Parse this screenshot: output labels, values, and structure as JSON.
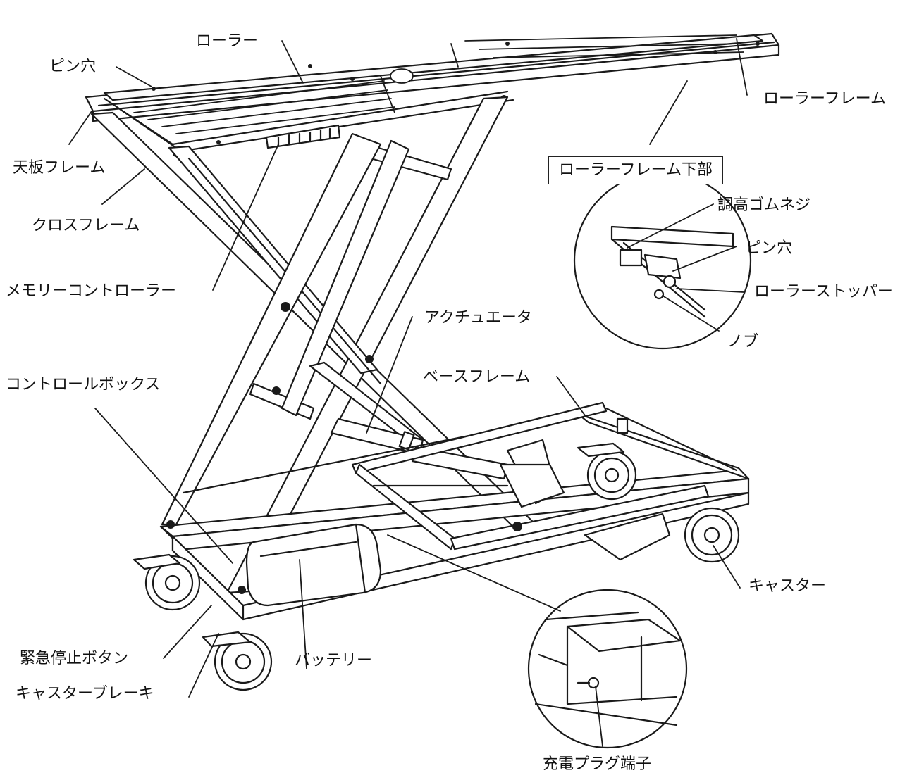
{
  "diagram": {
    "labels": {
      "roller": "ローラー",
      "pin_hole_top": "ピン穴",
      "roller_frame": "ローラーフレーム",
      "top_frame": "天板フレーム",
      "roller_frame_bottom": "ローラーフレーム下部",
      "cross_frame": "クロスフレーム",
      "height_adjust_screw": "調高ゴムネジ",
      "pin_hole_detail": "ピン穴",
      "memory_controller": "メモリーコントローラー",
      "roller_stopper": "ローラーストッパー",
      "knob": "ノブ",
      "actuator": "アクチュエータ",
      "control_box": "コントロールボックス",
      "base_frame": "ベースフレーム",
      "caster": "キャスター",
      "emergency_stop": "緊急停止ボタン",
      "battery": "バッテリー",
      "caster_brake": "キャスターブレーキ",
      "charging_port": "充電プラグ端子"
    },
    "line_color": "#1a1a1a"
  }
}
